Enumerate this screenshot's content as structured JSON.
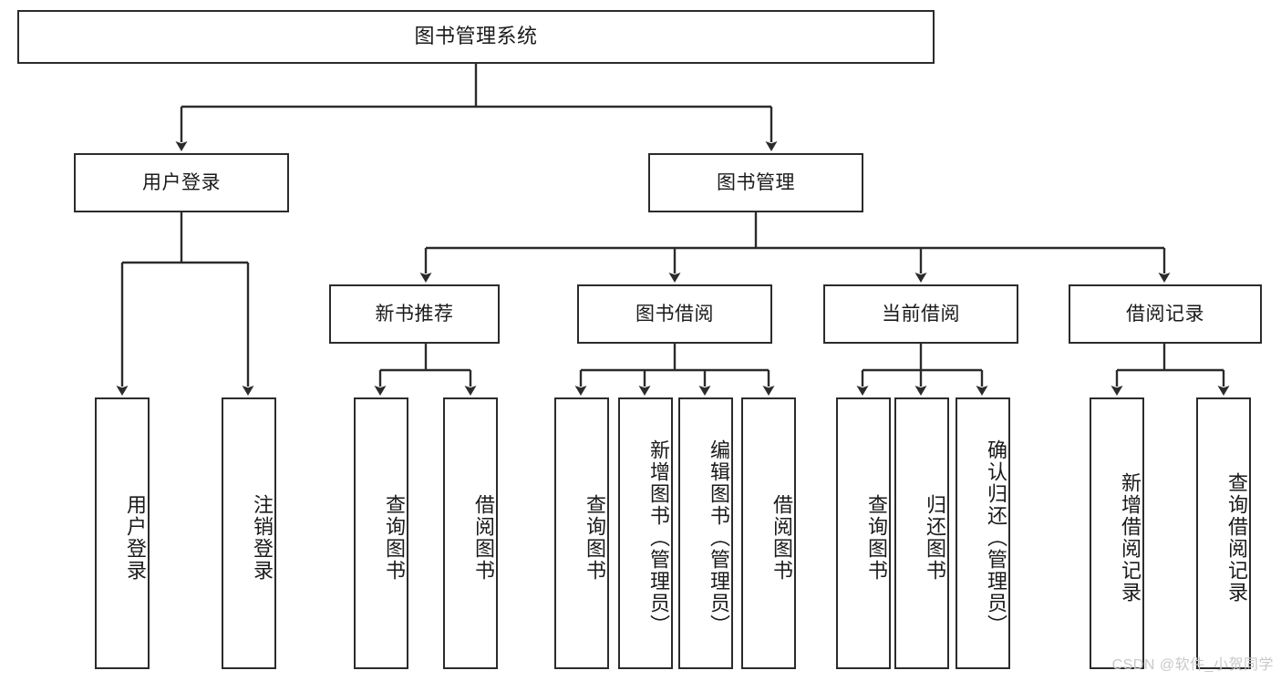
{
  "diagram": {
    "title": "图书管理系统",
    "type": "tree",
    "watermark": "CSDN @软件_小贺同学",
    "nodes": {
      "root": {
        "label": "图书管理系统"
      },
      "level1": [
        {
          "id": "user-login",
          "label": "用户登录"
        },
        {
          "id": "book-management",
          "label": "图书管理"
        }
      ],
      "level2": [
        {
          "id": "new-book-recommend",
          "label": "新书推荐"
        },
        {
          "id": "book-borrow",
          "label": "图书借阅"
        },
        {
          "id": "current-borrow",
          "label": "当前借阅"
        },
        {
          "id": "borrow-record",
          "label": "借阅记录"
        }
      ],
      "leaves": {
        "user_login": [
          {
            "id": "leaf-user-login",
            "label": "用户登录"
          },
          {
            "id": "leaf-logout-login",
            "label": "注销登录"
          }
        ],
        "new_book_recommend": [
          {
            "id": "leaf-query-book-1",
            "label": "查询图书"
          },
          {
            "id": "leaf-borrow-book-1",
            "label": "借阅图书"
          }
        ],
        "book_borrow": [
          {
            "id": "leaf-query-book-2",
            "label": "查询图书"
          },
          {
            "id": "leaf-add-book",
            "label": "新增图书（管理员）"
          },
          {
            "id": "leaf-edit-book",
            "label": "编辑图书（管理员）"
          },
          {
            "id": "leaf-borrow-book-2",
            "label": "借阅图书"
          }
        ],
        "current_borrow": [
          {
            "id": "leaf-query-book-3",
            "label": "查询图书"
          },
          {
            "id": "leaf-return-book",
            "label": "归还图书"
          },
          {
            "id": "leaf-confirm-return",
            "label": "确认归还（管理员）"
          }
        ],
        "borrow_record": [
          {
            "id": "leaf-add-record",
            "label": "新增借阅记录"
          },
          {
            "id": "leaf-query-record",
            "label": "查询借阅记录"
          }
        ]
      }
    },
    "colors": {
      "stroke": "#2b2b2b",
      "fill": "#ffffff",
      "text": "#1a1a1a",
      "watermark": "#c9c9c9"
    }
  }
}
